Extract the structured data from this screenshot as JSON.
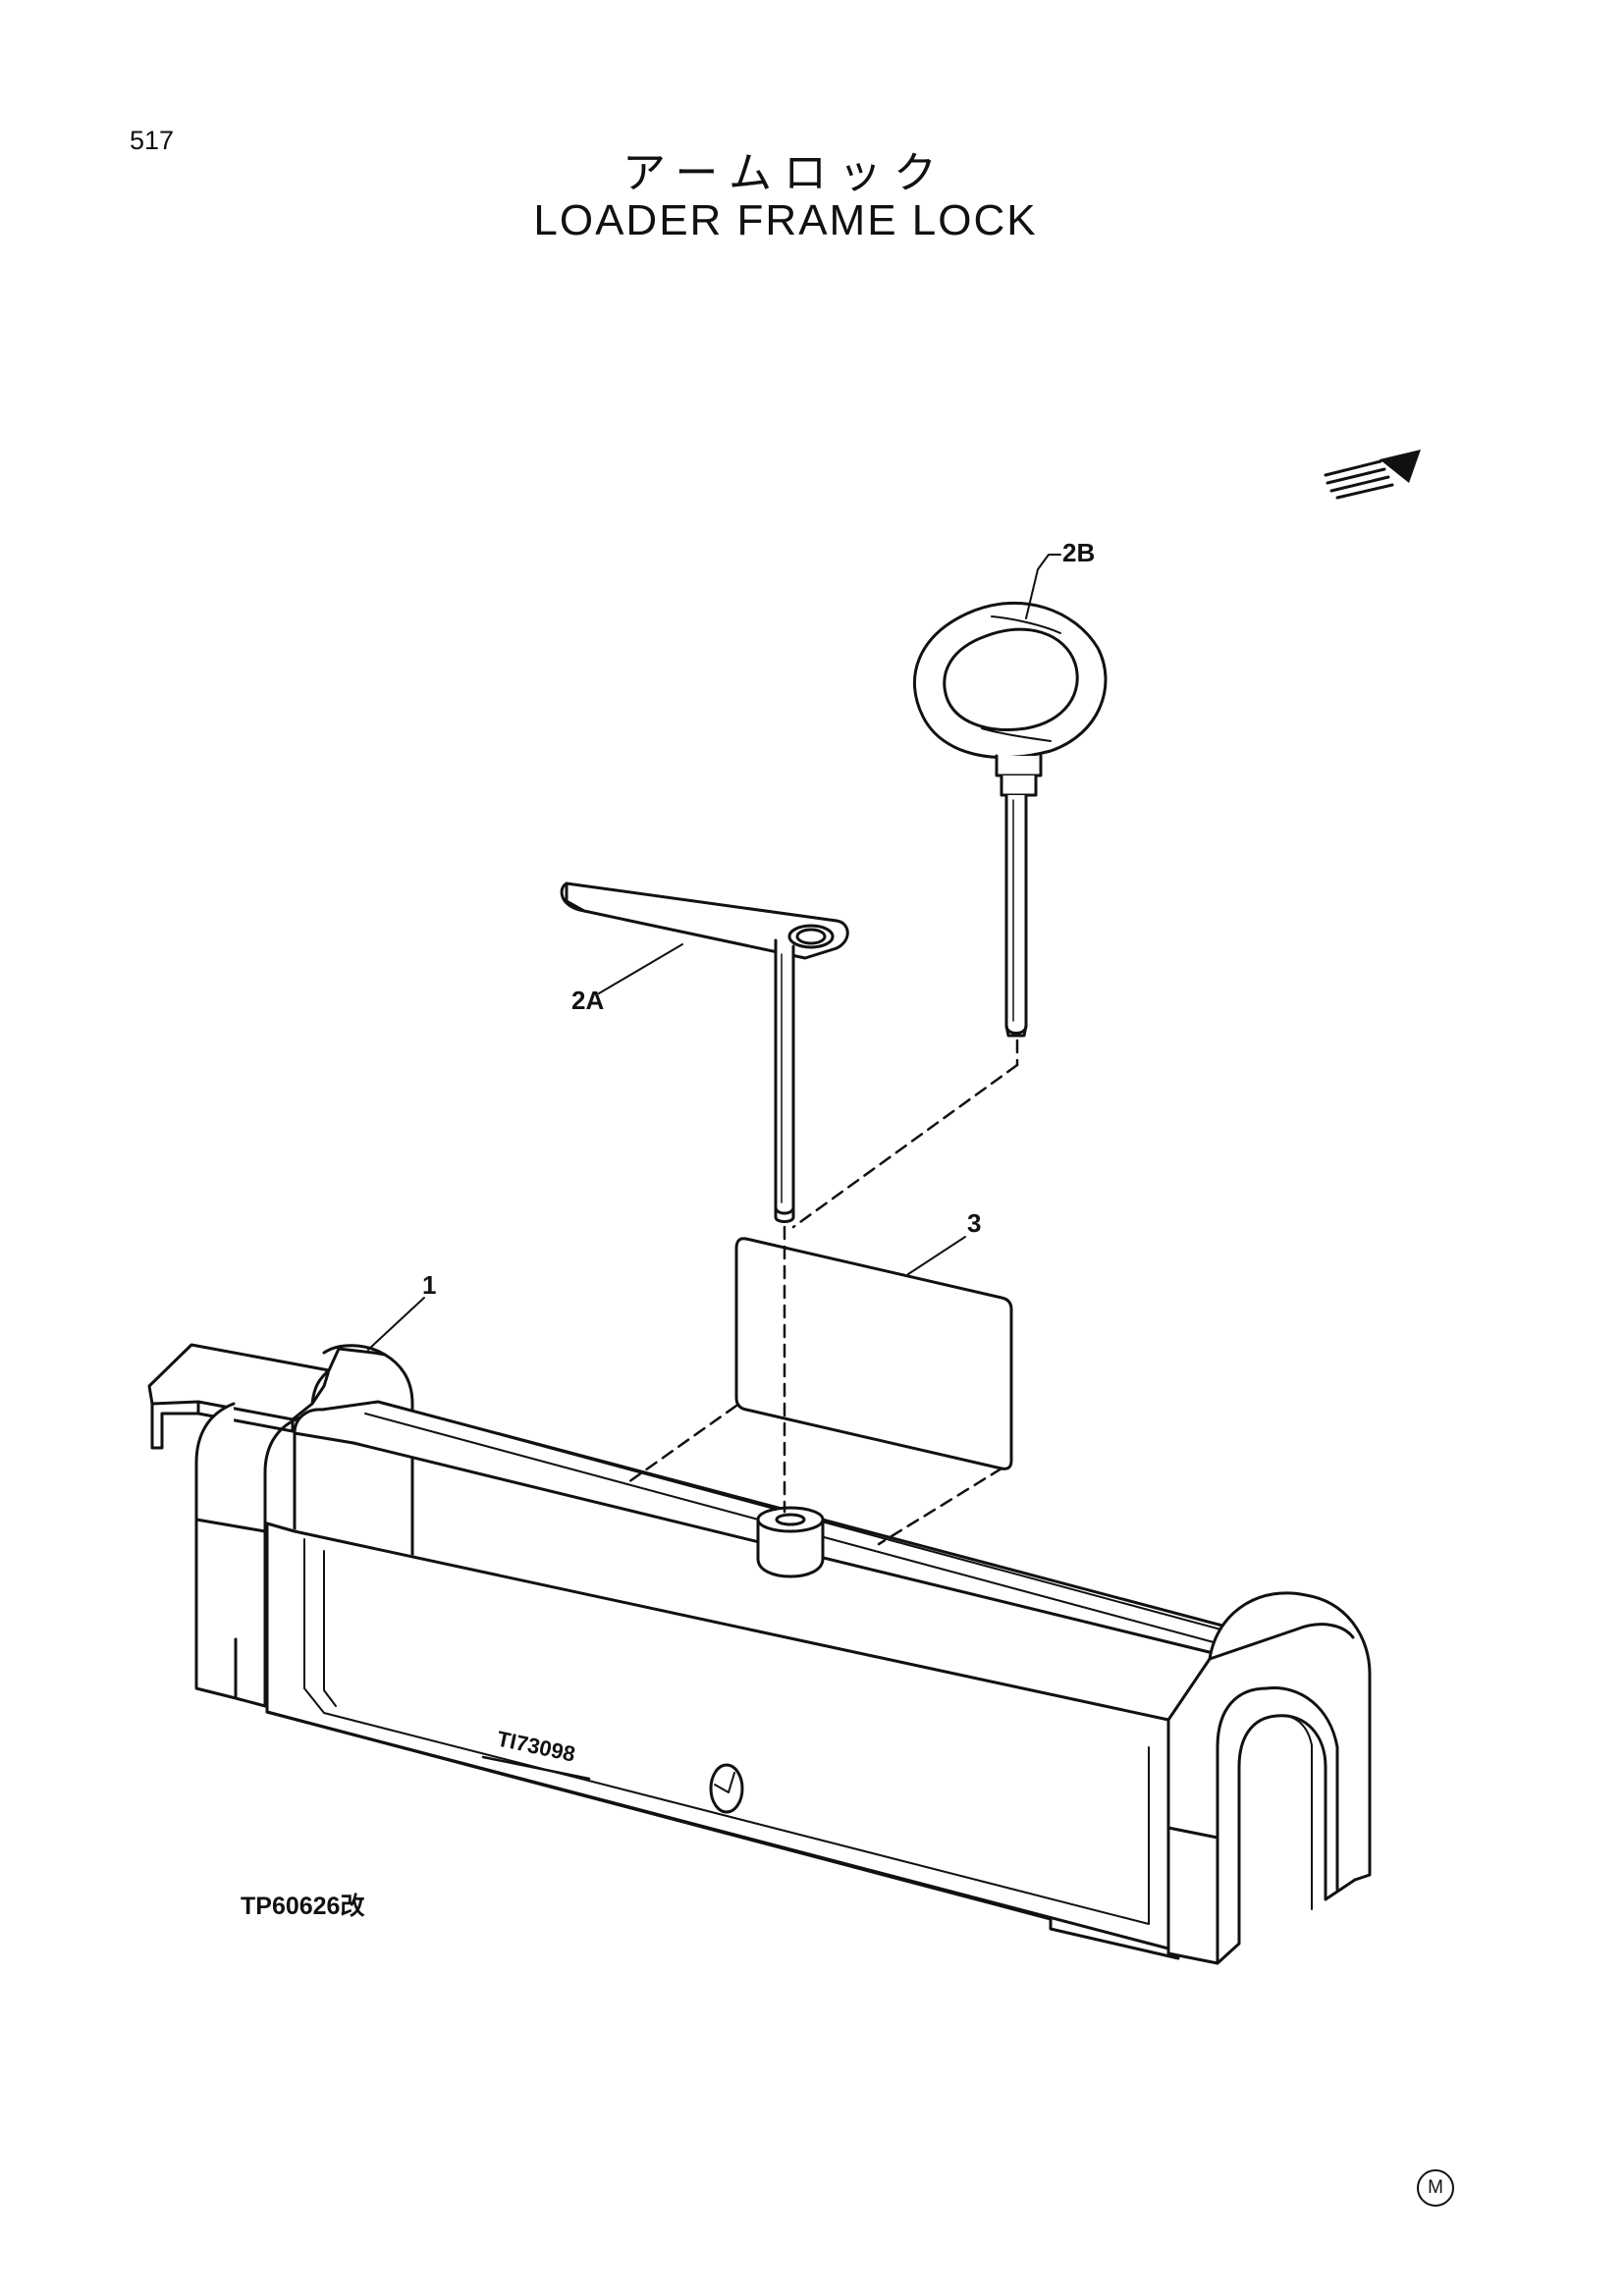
{
  "page": {
    "number": "517",
    "title_jp": "アームロック",
    "title_en": "LOADER FRAME LOCK",
    "drawing_code": "TP60626改",
    "corner_mark": "M"
  },
  "diagram": {
    "part_labels": {
      "part_1": "1",
      "part_2a": "2A",
      "part_2b": "2B",
      "part_3": "3"
    },
    "stamped_code": "TI73098",
    "icons": [
      "direction-arrow-icon",
      "bolt-hole-icon"
    ]
  }
}
